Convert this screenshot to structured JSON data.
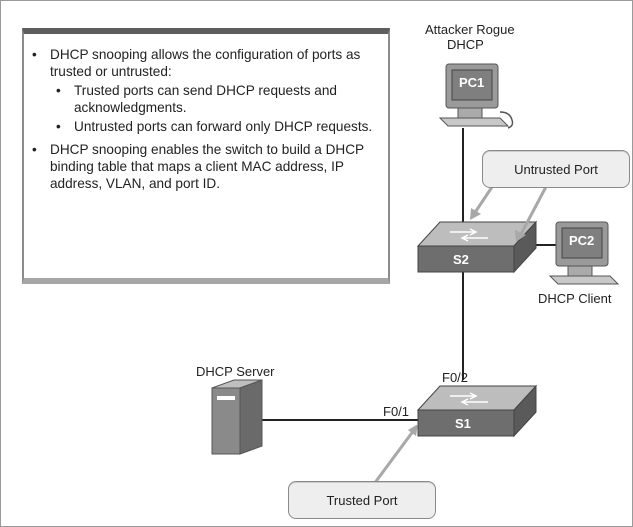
{
  "info": {
    "bullet1": "DHCP snooping allows the configuration of ports as trusted or untrusted:",
    "sub1": "Trusted ports can send DHCP requests and acknowledgments.",
    "sub2": "Untrusted ports can forward only DHCP requests.",
    "bullet2": "DHCP snooping enables the switch to build a DHCP binding table that maps a client MAC address, IP address, VLAN, and port ID."
  },
  "labels": {
    "attacker_line1": "Attacker Rogue",
    "attacker_line2": "DHCP",
    "pc1": "PC1",
    "pc2": "PC2",
    "client": "DHCP Client",
    "s2": "S2",
    "s1": "S1",
    "server": "DHCP Server",
    "f02": "F0/2",
    "f01": "F0/1"
  },
  "callouts": {
    "untrusted": "Untrusted Port",
    "trusted": "Trusted Port"
  }
}
